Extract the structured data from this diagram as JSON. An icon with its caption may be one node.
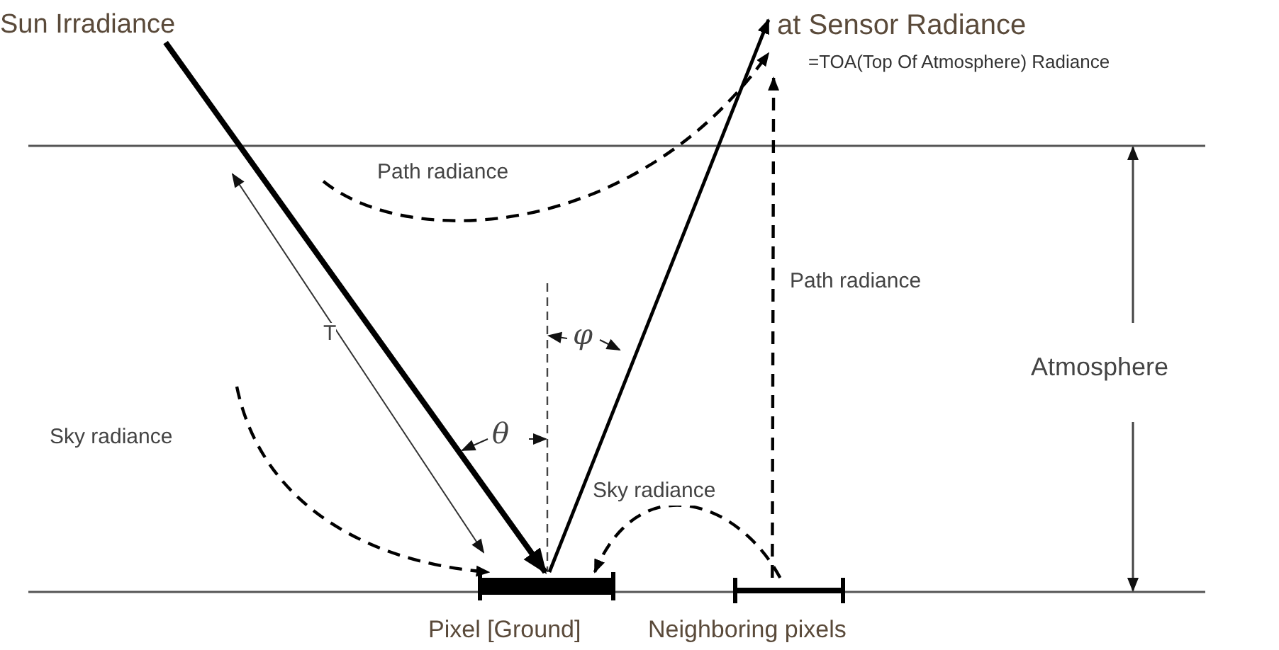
{
  "diagram": {
    "nodes": [
      {
        "text": [
          "Sun Irradiance"
        ]
      },
      {
        "text": [
          "at Sensor Radiance",
          "=TOA(Top Of Atmosphere) Radiance"
        ]
      },
      {
        "text": [],
        "shape": "bar",
        "beside": [
          "Pixel [Ground]"
        ]
      },
      {
        "text": [],
        "shape": "bar",
        "beside": [
          "Neighboring pixels"
        ]
      }
    ],
    "edges": [
      {
        "from": 0,
        "to": 2,
        "arrow": "to",
        "style": "thick"
      },
      {
        "from": 2,
        "to": 1,
        "arrow": "to"
      },
      {
        "from": null,
        "to": 1,
        "arrow": "to",
        "style": "dashed",
        "label": "Path radiance"
      },
      {
        "from": 3,
        "to": 1,
        "arrow": "to",
        "style": "dashed",
        "label": "Path radiance"
      },
      {
        "from": null,
        "to": 2,
        "arrow": "to",
        "style": "dashed",
        "label": "Sky radiance"
      },
      {
        "from": 3,
        "to": 2,
        "arrow": "to",
        "style": "dashed",
        "label": "Sky radiance"
      }
    ],
    "labels": [
      "T",
      "θ",
      "φ",
      "Atmosphere"
    ]
  }
}
